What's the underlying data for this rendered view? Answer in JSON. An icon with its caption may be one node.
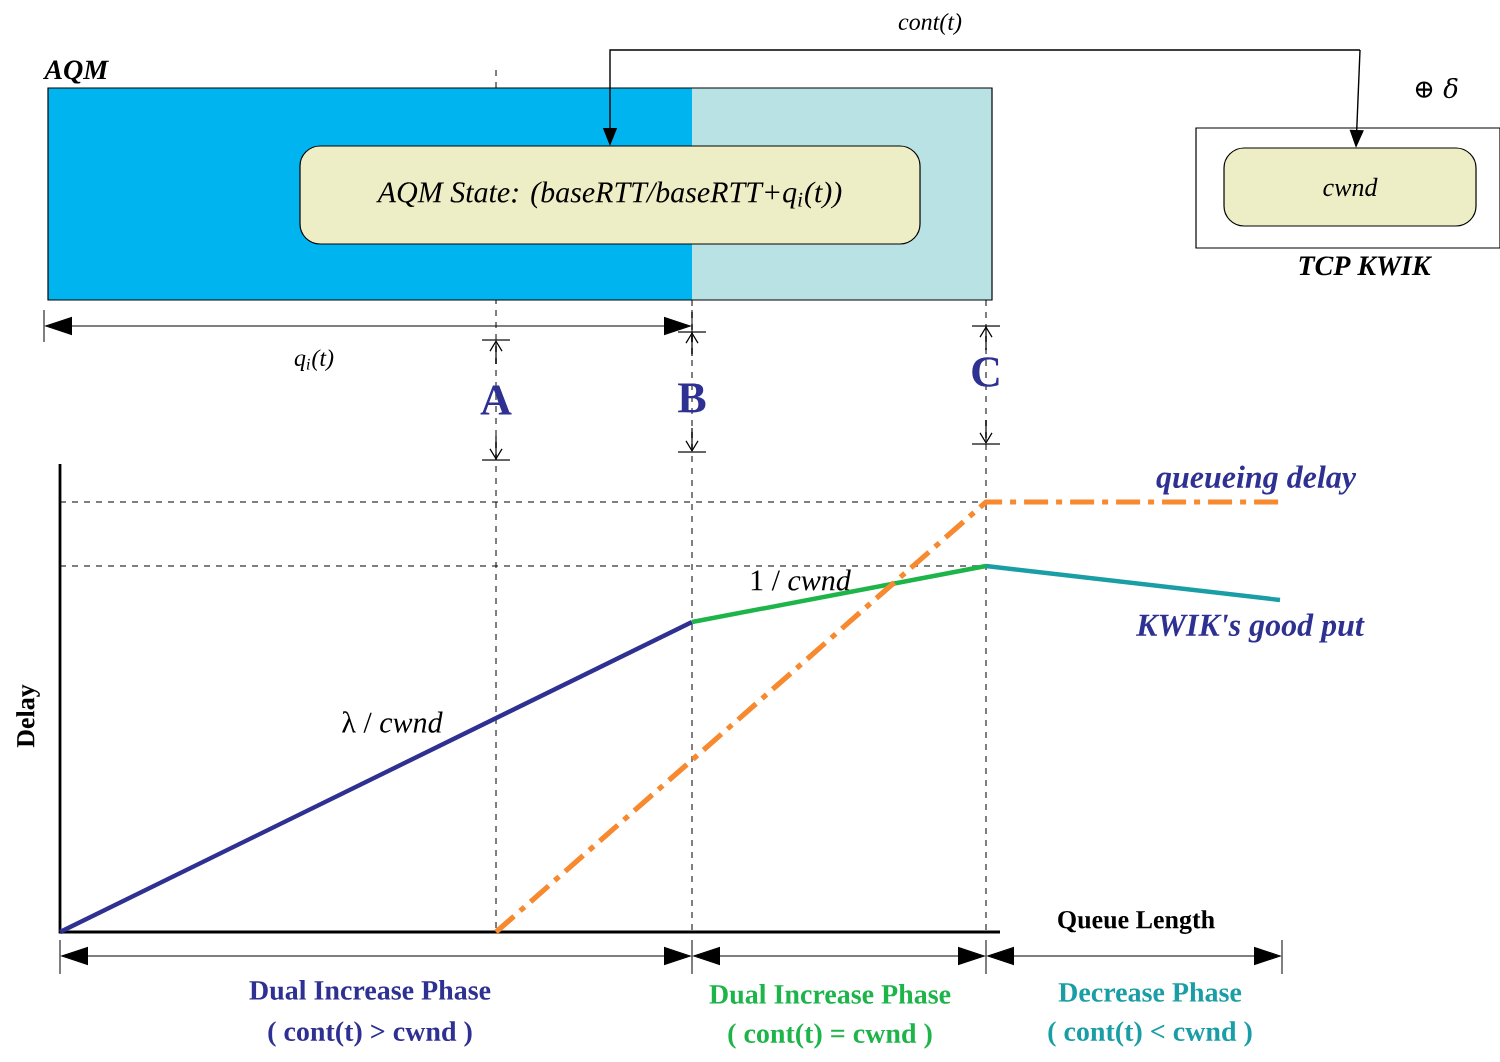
{
  "diagram": {
    "nodes": [
      {
        "text": [
          "AQM"
        ]
      },
      {
        "text": [
          "AQM State: (baseRTT/baseRTT+q$_{i}$(t))"
        ],
        "in": 0
      },
      {
        "text": [
          "TCP KWIK"
        ]
      },
      {
        "text": [
          "cwnd"
        ],
        "in": 2
      }
    ],
    "edges": [
      {
        "from": null,
        "to": 1,
        "arrow": "to",
        "label": "cont(t)"
      },
      {
        "from": null,
        "to": 3,
        "arrow": "to",
        "label": "⊕ δ"
      }
    ],
    "labels": [
      "q$_{i}$(t)",
      "A",
      "B",
      "C",
      "queueing delay",
      "1 / *cwnd*",
      "KWIK's good put",
      "Delay",
      "λ / *cwnd*",
      "Queue Length",
      "Dual Increase Phase",
      "( cont(t) > cwnd )",
      "Dual Increase Phase",
      "( cont(t) = cwnd )",
      "Decrease Phase",
      "( cont(t) < cwnd )"
    ]
  }
}
